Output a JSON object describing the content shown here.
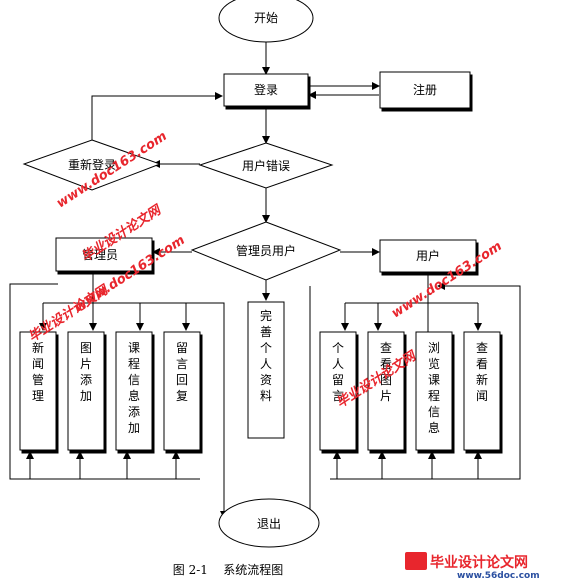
{
  "nodes": {
    "start": "开始",
    "login": "登录",
    "register": "注册",
    "relogin": "重新登录",
    "user_error": "用户错误",
    "admin_or_user": "管理员用户",
    "admin": "管理员",
    "user": "用户",
    "exit": "退出"
  },
  "admin_modules": [
    "新闻管理",
    "图片添加",
    "课程信息添加",
    "留言回复"
  ],
  "profile": "完善个人资料",
  "user_modules": [
    "个人留言",
    "查看图片",
    "浏览课程信息",
    "查看新闻"
  ],
  "caption": "图 2-1    系统流程图",
  "watermarks": {
    "text": "毕业设计论文网",
    "url": "www.doc163.com",
    "footer_logo": "毕业设计论文网",
    "footer_url": "www.56doc.com"
  },
  "colors": {
    "line": "#000000",
    "watermark_red": "#e8262d",
    "watermark_blue": "#2a4fa0"
  }
}
